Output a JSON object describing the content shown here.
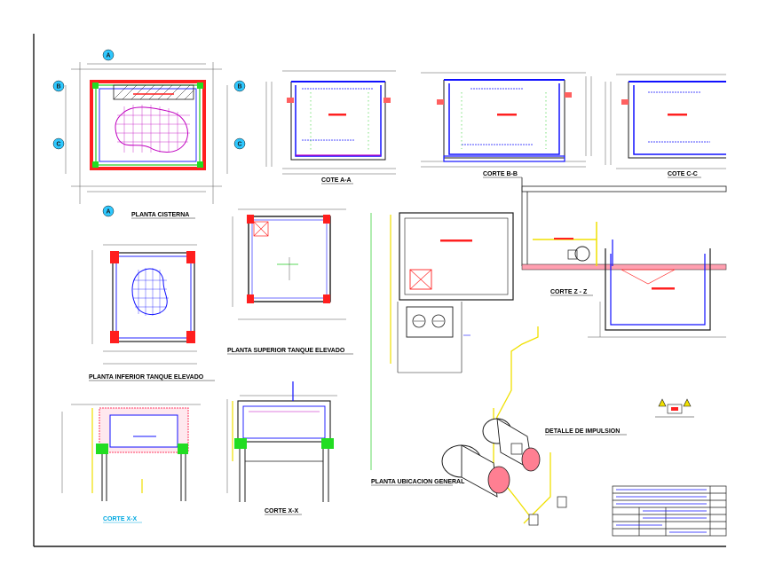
{
  "drawing": {
    "titles": {
      "planta_cisterna": "PLANTA CISTERNA",
      "corte_aa": "COTE A-A",
      "corte_bb": "CORTE B-B",
      "corte_cc": "COTE C-C",
      "planta_superior": "PLANTA SUPERIOR TANQUE ELEVADO",
      "planta_inferior": "PLANTA INFERIOR TANQUE ELEVADO",
      "corte_zz": "CORTE Z - Z",
      "detalle_impulsion": "DETALLE DE IMPULSION",
      "planta_ubicacion": "PLANTA UBICACION GENERAL",
      "corte_xx_left": "CORTE X-X",
      "corte_xx_mid": "CORTE X-X"
    },
    "section_markers": {
      "a": "A",
      "b": "B",
      "c": "C"
    },
    "colors": {
      "outline": "#1a1a1a",
      "wall_blue": "#1010ff",
      "dim_gray": "#555555",
      "column_red": "#ff1e1e",
      "column_green": "#22dd22",
      "pipe_yellow": "#f0e000",
      "water_magenta": "#c000c0",
      "title_cyan": "#00a8e0",
      "marker_cyan": "#2ec8ff",
      "hatch_pink": "#ff9fb0"
    }
  }
}
